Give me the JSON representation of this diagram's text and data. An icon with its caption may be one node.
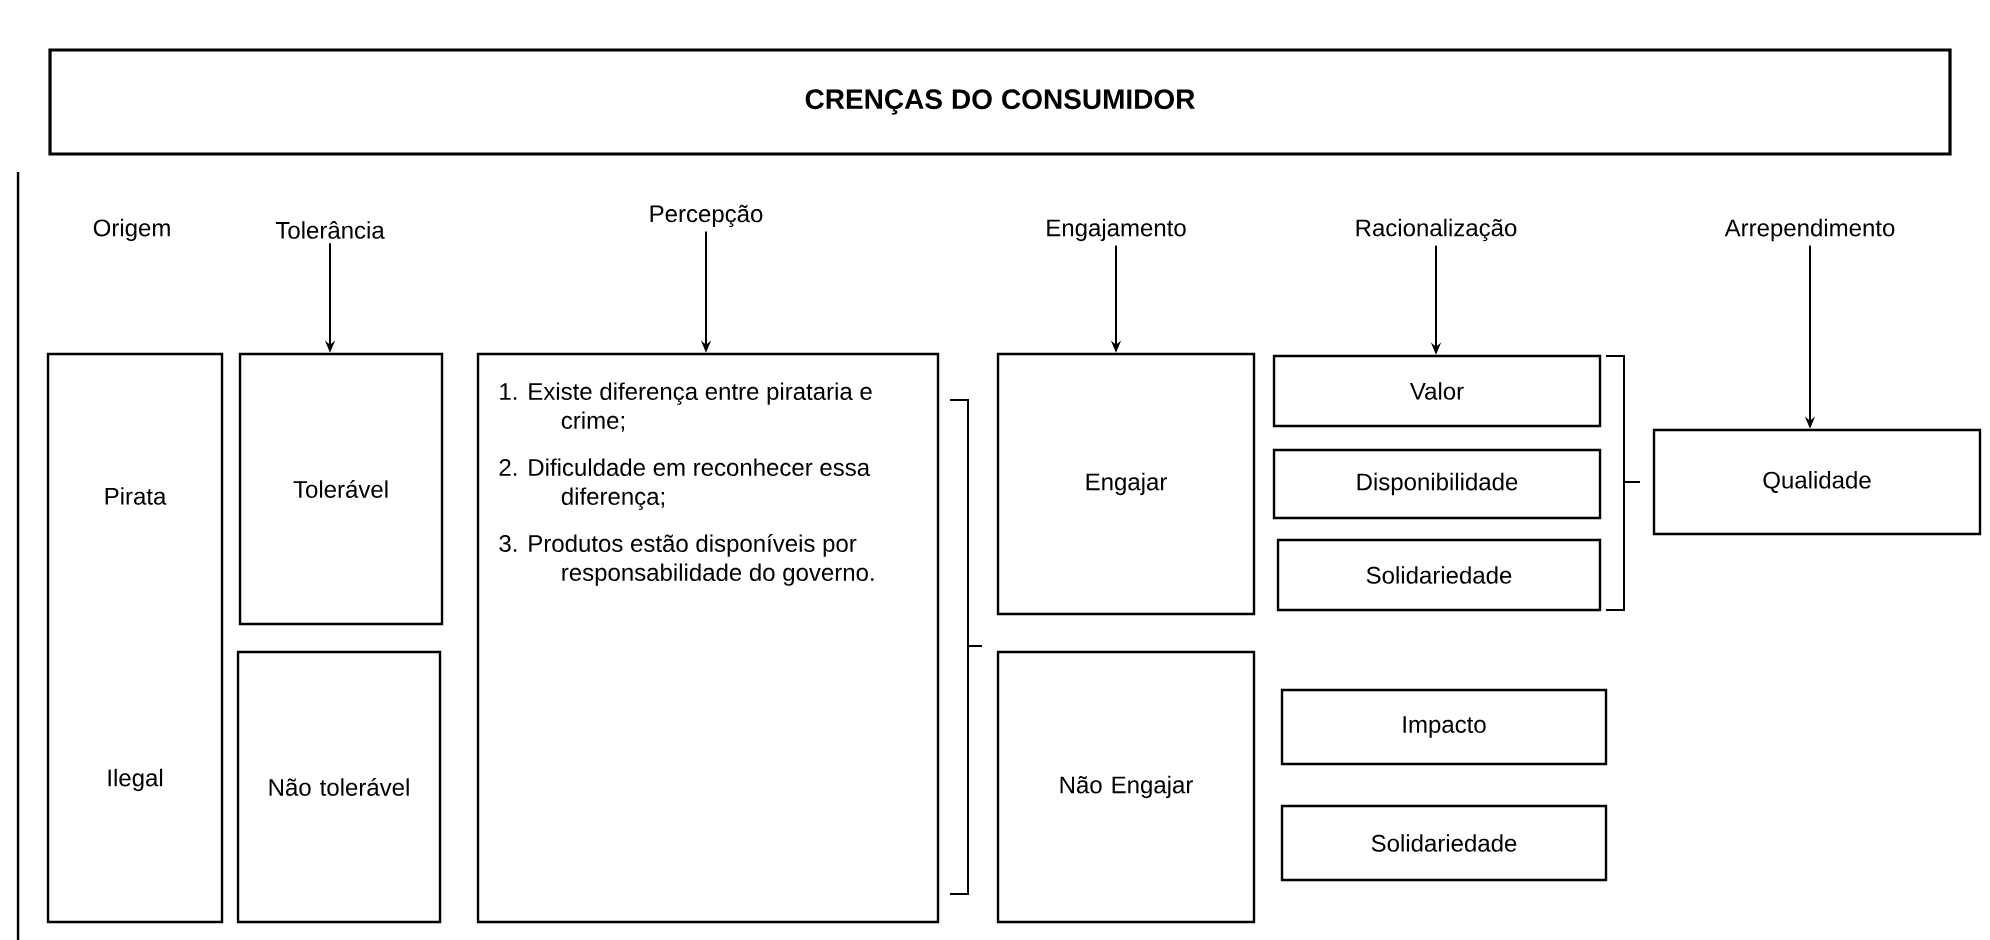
{
  "diagram": {
    "nodes": [
      {
        "text": [
          "CRENÇAS DO CONSUMIDOR"
        ]
      },
      {
        "text": [
          "Origem"
        ]
      },
      {
        "text": [
          "Tolerância"
        ]
      },
      {
        "text": [
          "Percepção"
        ]
      },
      {
        "text": [
          "Engajamento"
        ]
      },
      {
        "text": [
          "Racionalização"
        ]
      },
      {
        "text": [
          "Arrependimento"
        ]
      },
      {
        "text": [
          "Pirata",
          "Ilegal"
        ]
      },
      {
        "text": [
          "Tolerável"
        ]
      },
      {
        "text": [
          "Não tolerável"
        ]
      },
      {
        "text": [
          "1. Existe diferença entre pirataria e crime;",
          "2. Dificuldade em reconhecer essa diferença;",
          "3. Produtos estão disponíveis por responsabilidade do governo."
        ]
      },
      {
        "text": [
          "Engajar"
        ]
      },
      {
        "text": [
          "Não Engajar"
        ]
      },
      {
        "text": [
          "Valor"
        ]
      },
      {
        "text": [
          "Disponibilidade"
        ]
      },
      {
        "text": [
          "Solidariedade"
        ]
      },
      {
        "text": [
          "Qualidade"
        ]
      },
      {
        "text": [
          "Impacto"
        ]
      },
      {
        "text": [
          "Solidariedade"
        ]
      }
    ],
    "edges": [
      {
        "from": 2,
        "to": 8,
        "arrow": "to"
      },
      {
        "from": 3,
        "to": 10,
        "arrow": "to"
      },
      {
        "from": 4,
        "to": 11,
        "arrow": "to"
      },
      {
        "from": 5,
        "to": 13,
        "arrow": "to"
      },
      {
        "from": 6,
        "to": 16,
        "arrow": "to"
      }
    ]
  }
}
